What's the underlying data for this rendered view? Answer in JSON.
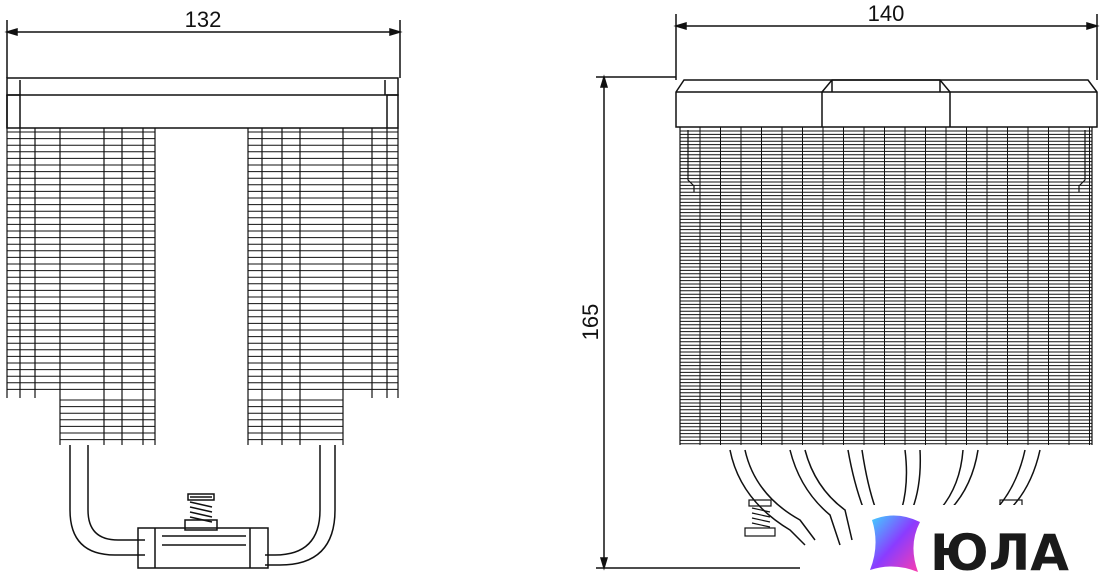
{
  "dimensions": {
    "side_width": "132",
    "front_width": "140",
    "front_height": "165"
  },
  "watermark": {
    "text": "ЮЛА",
    "gradient_colors": [
      "#3dd6ff",
      "#8a3cff",
      "#ff3cac"
    ]
  },
  "line_color": "#111111",
  "background_color": "#ffffff"
}
